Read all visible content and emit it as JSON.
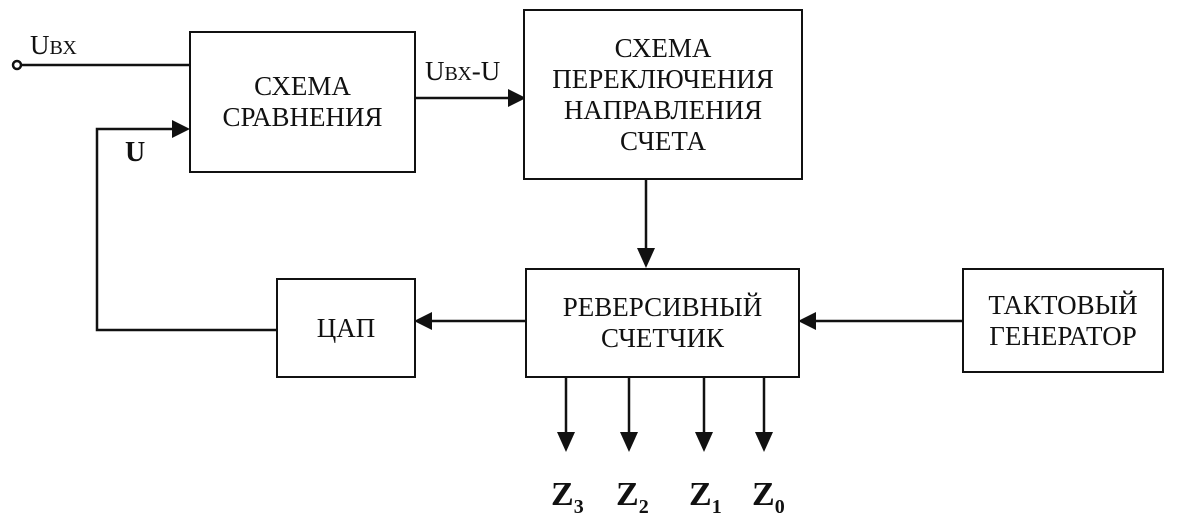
{
  "blocks": {
    "comparator": {
      "line1": "СХЕМА",
      "line2": "СРАВНЕНИЯ"
    },
    "direction_switch": {
      "line1": "СХЕМА",
      "line2": "ПЕРЕКЛЮЧЕНИЯ",
      "line3": "НАПРАВЛЕНИЯ",
      "line4": "СЧЕТА"
    },
    "reversible_counter": {
      "line1": "РЕВЕРСИВНЫЙ",
      "line2": "СЧЕТЧИК"
    },
    "clock_generator": {
      "line1": "ТАКТОВЫЙ",
      "line2": "ГЕНЕРАТОР"
    },
    "dac": {
      "line1": "ЦАП"
    }
  },
  "signals": {
    "input": {
      "main": "U",
      "sub": "ВХ"
    },
    "difference": {
      "main": "U",
      "sub": "ВХ",
      "suffix": "-U"
    },
    "feedback": "U"
  },
  "outputs": [
    {
      "main": "Z",
      "sub": "3"
    },
    {
      "main": "Z",
      "sub": "2"
    },
    {
      "main": "Z",
      "sub": "1"
    },
    {
      "main": "Z",
      "sub": "0"
    }
  ]
}
